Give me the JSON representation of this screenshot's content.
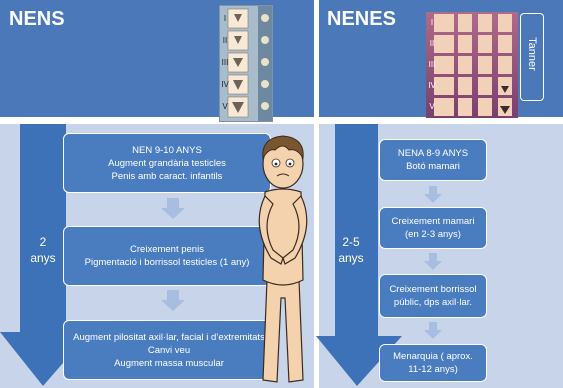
{
  "boys": {
    "title": "NENS",
    "duration": [
      "2",
      "anys"
    ],
    "stages": [
      [
        "NEN 9-10 ANYS",
        "Augment grandària testicles",
        "Penis amb caract. infantils"
      ],
      [
        "Creixement penis",
        "Pigmentació i borrissol testicles (1 any)"
      ],
      [
        "Augment pilositat axil·lar, facial i d’extremitats",
        "Canvi veu",
        "Augment massa muscular"
      ]
    ],
    "roman": [
      "I",
      "II",
      "III",
      "IV",
      "V"
    ]
  },
  "girls": {
    "title": "NENES",
    "duration": [
      "2-5",
      "anys"
    ],
    "tanner": "Tanner",
    "stages": [
      [
        "NENA 8-9 ANYS",
        "Botó mamari"
      ],
      [
        "Creixement mamari",
        "(en 2-3 anys)"
      ],
      [
        "Creixement borrissol",
        "públic, dps axil·lar."
      ],
      [
        "Menarquia ( aprox.",
        "11-12 anys)"
      ]
    ],
    "roman": [
      "I",
      "II",
      "III",
      "IV",
      "V"
    ]
  },
  "colors": {
    "header": "#4a78b8",
    "body_bg": "#c8d4ea",
    "box": "#4a7cc0",
    "arrow": "#3e72b8",
    "small_arrow": "#a9bde0"
  }
}
